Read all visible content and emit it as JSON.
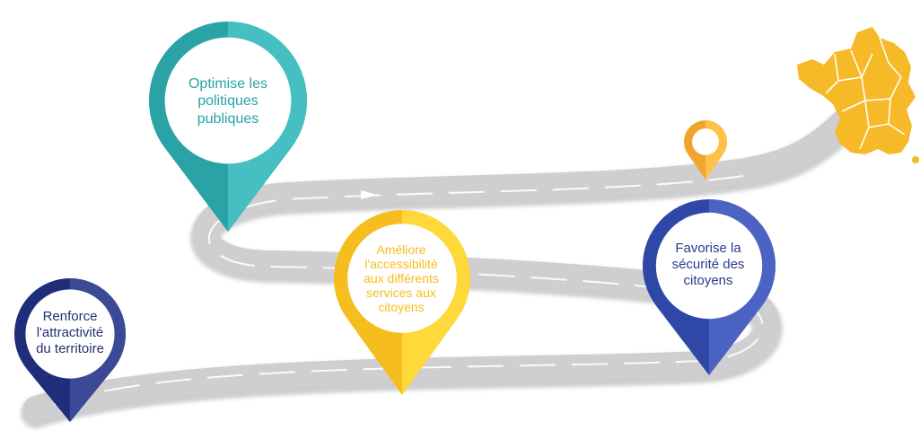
{
  "pins": [
    {
      "id": "attractivite",
      "label": "Renforce\nl'attractivité\ndu territoire",
      "color": "#1f2d7a",
      "text_color": "#26306e"
    },
    {
      "id": "politiques",
      "label": "Optimise les\npolitiques\npubliques",
      "color": "#2aa3a6",
      "text_color": "#2aa3a6"
    },
    {
      "id": "accessibilite",
      "label": "Améliore\nl'accessibilité\naux différents\nservices aux\ncitoyens",
      "color": "#f6bd1e",
      "text_color": "#f6bd1e"
    },
    {
      "id": "small",
      "label": "",
      "color": "#f0a52c",
      "text_color": "#f0a52c"
    },
    {
      "id": "securite",
      "label": "Favorise la\nsécurité des\ncitoyens",
      "color": "#2f48a8",
      "text_color": "#2b3a8c"
    }
  ],
  "colors": {
    "road": "#cfcfd2",
    "road_shadow": "#b9b9bd",
    "road_marking": "#ffffff",
    "map_fill": "#f6b928",
    "map_lines": "#ffffff"
  }
}
